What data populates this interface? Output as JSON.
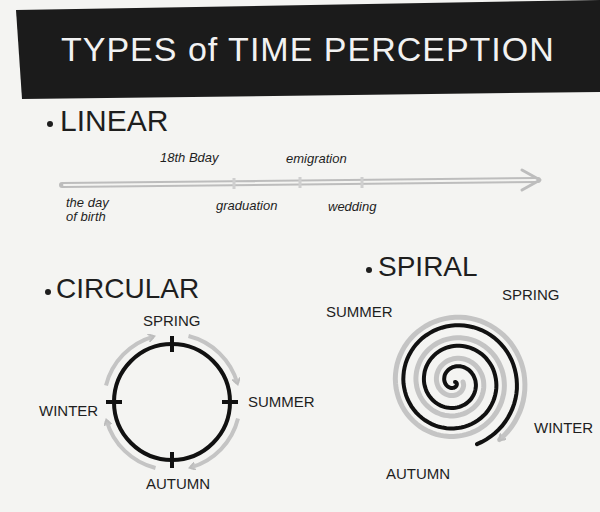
{
  "diagram": {
    "title": "TYPES of TIME PERCEPTION",
    "labels": [
      "LINEAR",
      "18th Bday",
      "emigration",
      "the day of birth",
      "graduation",
      "wedding",
      "CIRCULAR",
      "SPRING",
      "SUMMER",
      "AUTUMN",
      "WINTER",
      "SPIRAL",
      "SUMMER",
      "SPRING",
      "WINTER",
      "AUTUMN"
    ]
  }
}
